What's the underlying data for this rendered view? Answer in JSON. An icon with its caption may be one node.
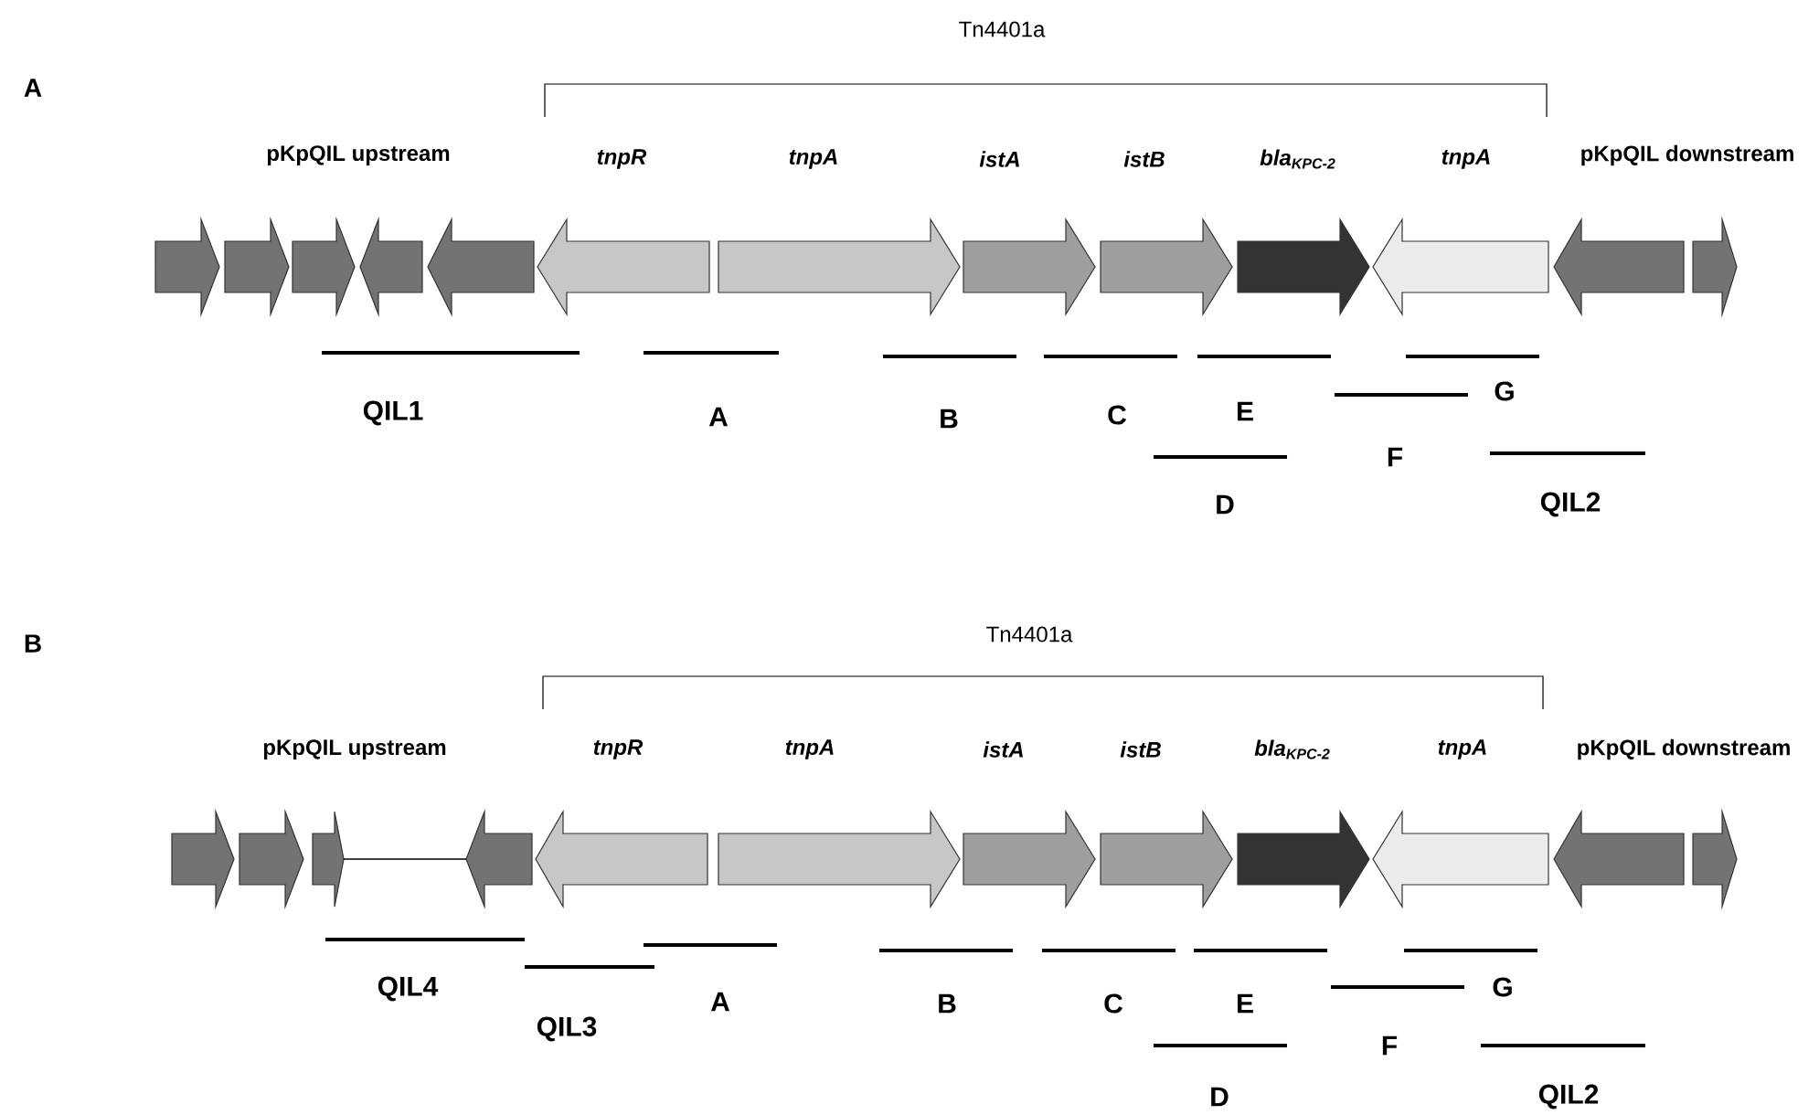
{
  "diagram": {
    "labels": [
      "A",
      "Tn4401a",
      "pKpQIL upstream",
      "tnpR",
      "tnpA",
      "istA",
      "istB",
      "*bla*$_{KPC-2}$",
      "tnpA",
      "pKpQIL downstream",
      "G",
      "QIL1",
      "A",
      "B",
      "C",
      "E",
      "F",
      "D",
      "QIL2",
      "B",
      "Tn4401a",
      "pKpQIL upstream",
      "tnpR",
      "tnpA",
      "istA",
      "istB",
      "*bla*$_{KPC-2}$",
      "tnpA",
      "pKpQIL downstream",
      "QIL4",
      "A",
      "B",
      "C",
      "E",
      "G",
      "QIL3",
      "F",
      "D",
      "QIL2"
    ]
  }
}
